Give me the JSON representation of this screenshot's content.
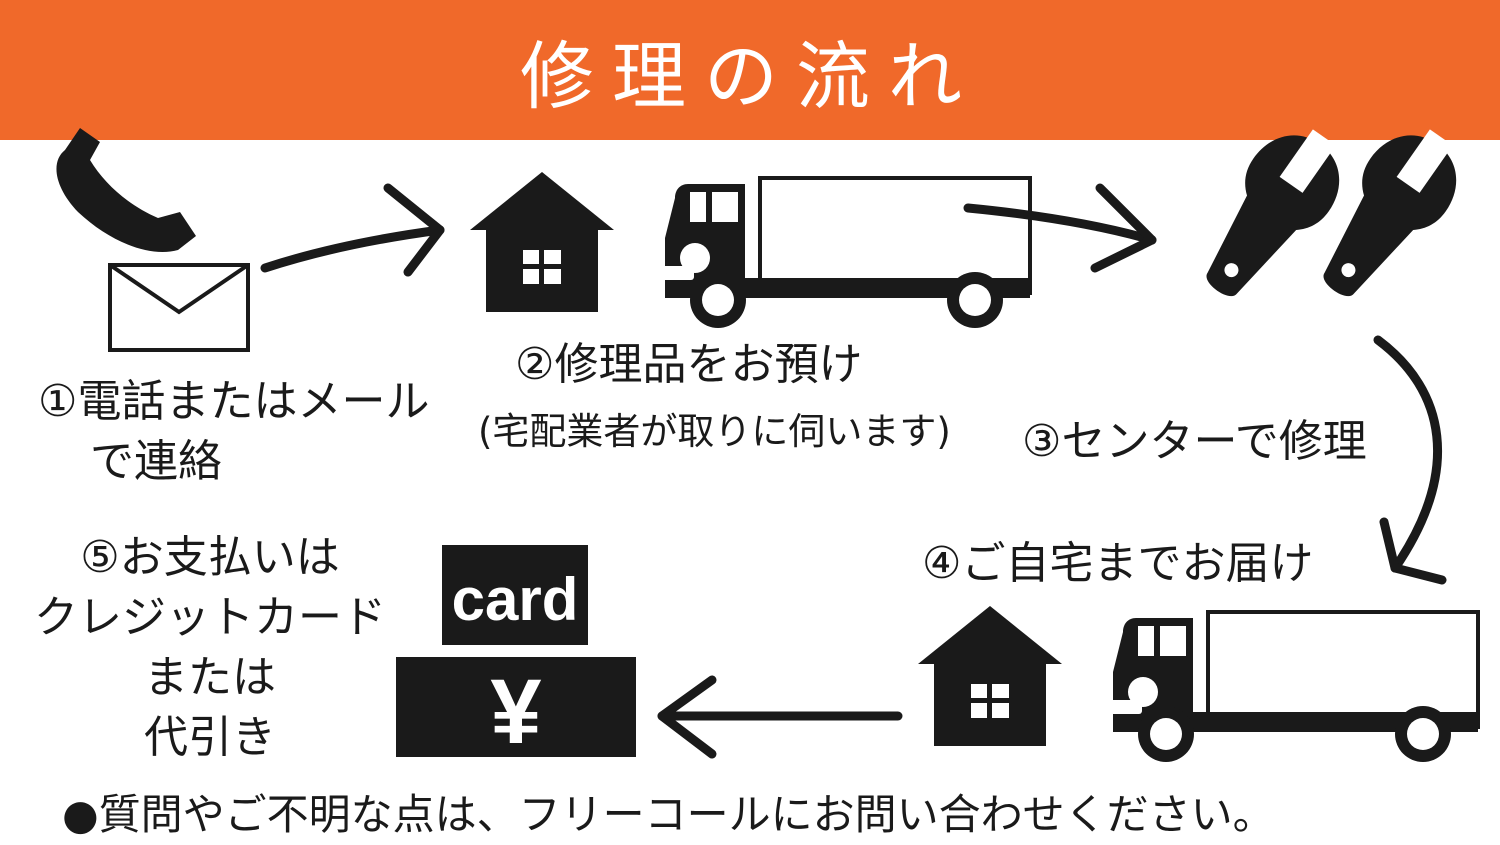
{
  "header": {
    "title": "修理の流れ"
  },
  "steps": {
    "step1": {
      "line1": "①電話またはメール",
      "line2": "で連絡"
    },
    "step2": {
      "line1": "②修理品をお預け",
      "line2": "(宅配業者が取りに伺います)"
    },
    "step3": {
      "line1": "③センターで修理"
    },
    "step4": {
      "line1": "④ご自宅までお届け"
    },
    "step5": {
      "line1": "⑤お支払いは",
      "line2": "クレジットカード",
      "line3": "または",
      "line4": "代引き"
    }
  },
  "icons": {
    "card_text": "card",
    "yen_text": "¥",
    "names": [
      "phone-icon",
      "mail-icon",
      "house-icon",
      "truck-icon",
      "wrench-icon",
      "card-icon",
      "yen-icon",
      "arrow-icon"
    ]
  },
  "footer": {
    "note": "●質問やご不明な点は、フリーコールにお問い合わせください。"
  },
  "colors": {
    "accent": "#f0692a",
    "ink": "#1a1a1a",
    "background": "#ffffff"
  }
}
